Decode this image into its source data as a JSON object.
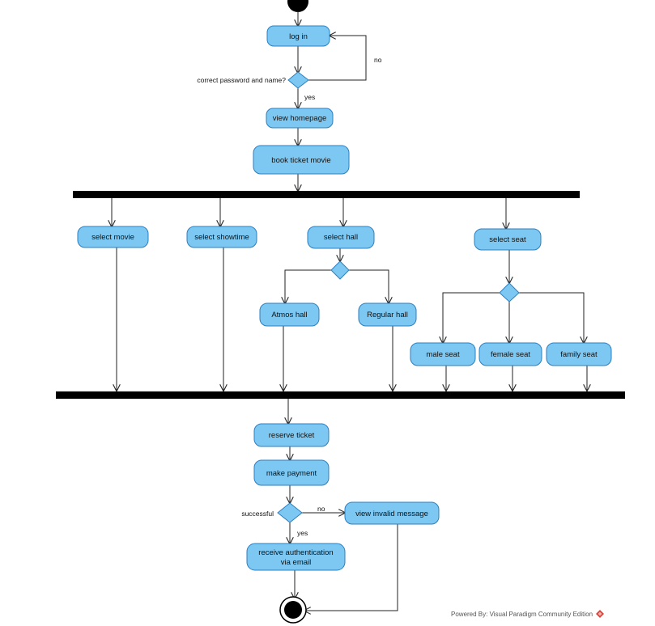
{
  "activities": {
    "login": "log in",
    "view_homepage": "view homepage",
    "book_ticket": "book ticket movie",
    "select_movie": "select movie",
    "select_showtime": "select showtime",
    "select_hall": "select hall",
    "select_seat": "select seat",
    "atmos_hall": "Atmos hall",
    "regular_hall": "Regular hall",
    "male_seat": "male seat",
    "female_seat": "female seat",
    "family_seat": "family seat",
    "reserve_ticket": "reserve ticket",
    "make_payment": "make payment",
    "view_invalid": "view invalid message",
    "receive_auth_line1": "receive authentication",
    "receive_auth_line2": "via email"
  },
  "guards": {
    "login_question": "correct password and name?",
    "login_no": "no",
    "login_yes": "yes",
    "payment_question": "successful",
    "payment_no": "no",
    "payment_yes": "yes"
  },
  "footer": {
    "text": "Powered By: Visual Paradigm Community Edition"
  },
  "colors": {
    "activity_fill": "#7dc8f2",
    "activity_stroke": "#2c7fbf",
    "bar": "#000000"
  }
}
